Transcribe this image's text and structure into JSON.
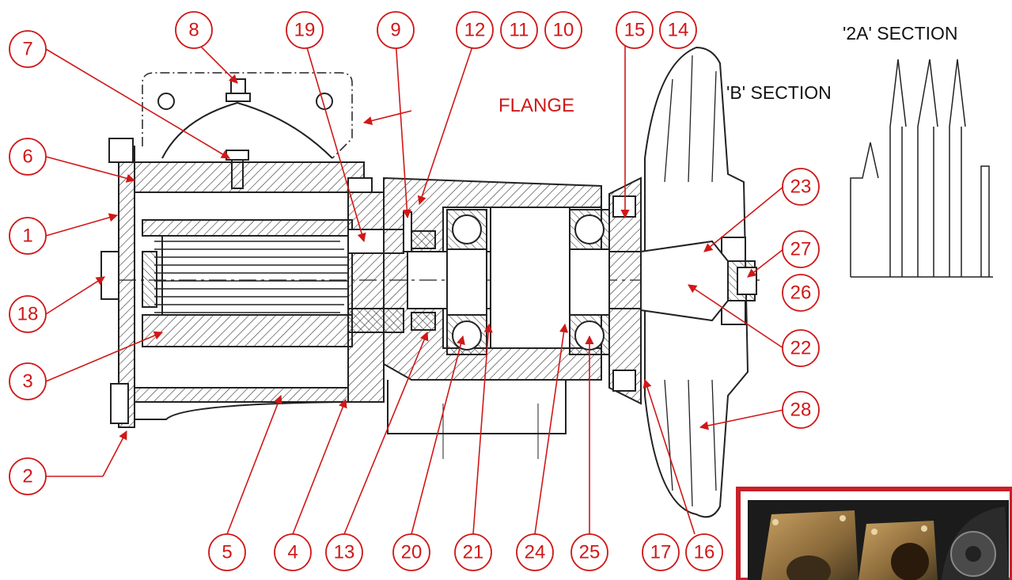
{
  "flange_label": "FLANGE",
  "section_2a_label": "'2A' SECTION",
  "section_b_label": "'B' SECTION",
  "accent_color": "#d01818",
  "callouts": [
    "1",
    "2",
    "3",
    "4",
    "5",
    "6",
    "7",
    "8",
    "9",
    "10",
    "11",
    "12",
    "13",
    "14",
    "15",
    "16",
    "17",
    "18",
    "19",
    "20",
    "21",
    "22",
    "23",
    "24",
    "25",
    "26",
    "27",
    "28"
  ],
  "photo_inset": "product photo"
}
